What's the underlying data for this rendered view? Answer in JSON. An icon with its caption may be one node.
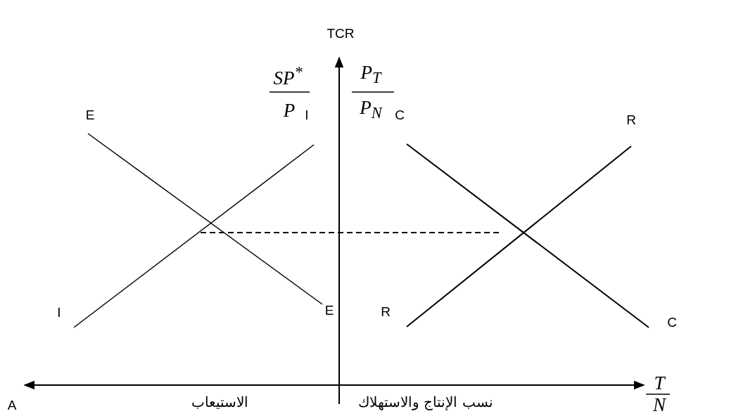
{
  "diagram": {
    "labels": [
      "TCR",
      "SP$^{*}$",
      "P$_{T}$",
      "P",
      "P$_{N}$",
      "E",
      "I",
      "C",
      "R",
      "I",
      "E",
      "R",
      "C",
      "T",
      "A",
      "الاستيعاب",
      "نسب الإنتاج والاستهلاك",
      "N"
    ]
  }
}
